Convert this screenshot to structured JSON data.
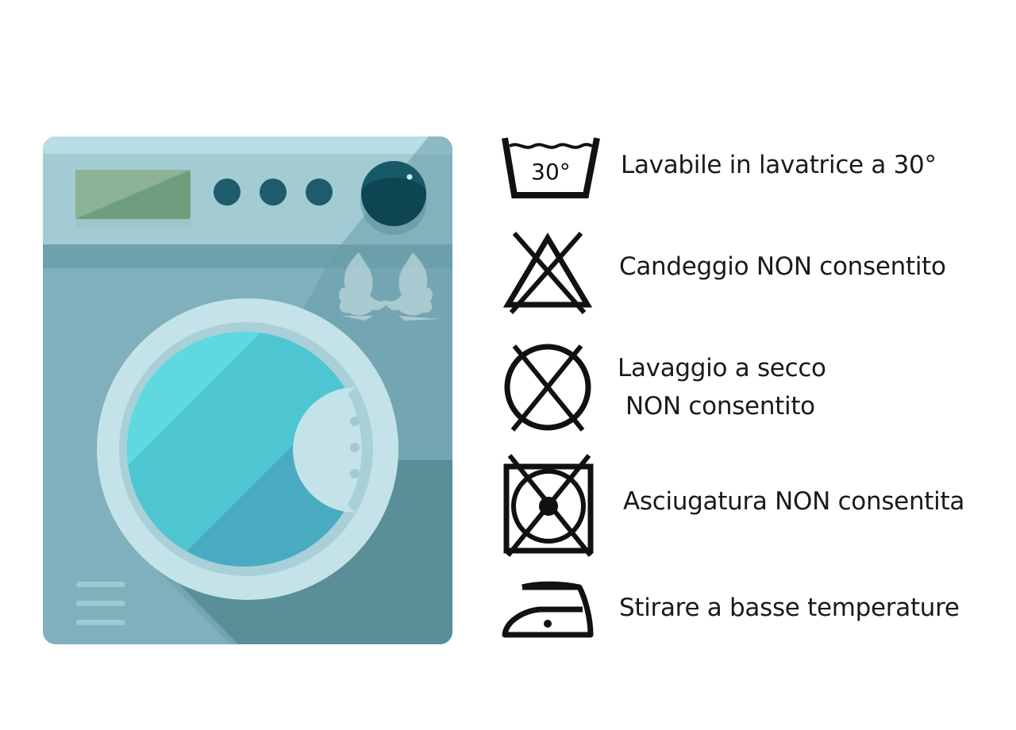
{
  "illustration": {
    "subject": "washing machine",
    "watermark": "two doves logo",
    "colors": {
      "body": "#7fb0bc",
      "top_strip": "#b9dde4",
      "panel": "#a3cbd4",
      "display": "#6f9e7f",
      "buttons": "#1e5c6c",
      "knob": "#0e4552",
      "door_ring": "#c4e3e9",
      "glass": "#4fc1cf",
      "shadow": "#5a8f97"
    }
  },
  "care_labels": [
    {
      "icon": "wash-30-icon",
      "symbol_text": "30°",
      "lines": [
        "Lavabile in lavatrice a 30°"
      ]
    },
    {
      "icon": "no-bleach-icon",
      "lines": [
        "Candeggio NON consentito"
      ]
    },
    {
      "icon": "no-dry-clean-icon",
      "lines": [
        "Lavaggio a secco",
        "NON consentito"
      ]
    },
    {
      "icon": "no-tumble-dry-icon",
      "lines": [
        "Asciugatura NON consentita"
      ]
    },
    {
      "icon": "iron-low-icon",
      "lines": [
        "Stirare a basse temperature"
      ]
    }
  ]
}
